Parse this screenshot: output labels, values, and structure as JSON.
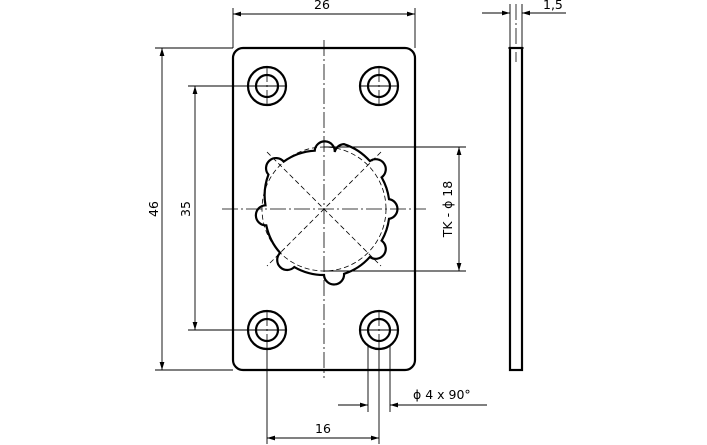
{
  "drawing": {
    "dimensions": {
      "width": "26",
      "height": "46",
      "hole_spacing_vertical": "35",
      "hole_spacing_horizontal": "16",
      "thickness": "1,5",
      "bolt_circle": "TK - ϕ 18",
      "countersink": "ϕ 4 x 90°"
    },
    "colors": {
      "line": "#000000",
      "background": "#ffffff"
    }
  }
}
